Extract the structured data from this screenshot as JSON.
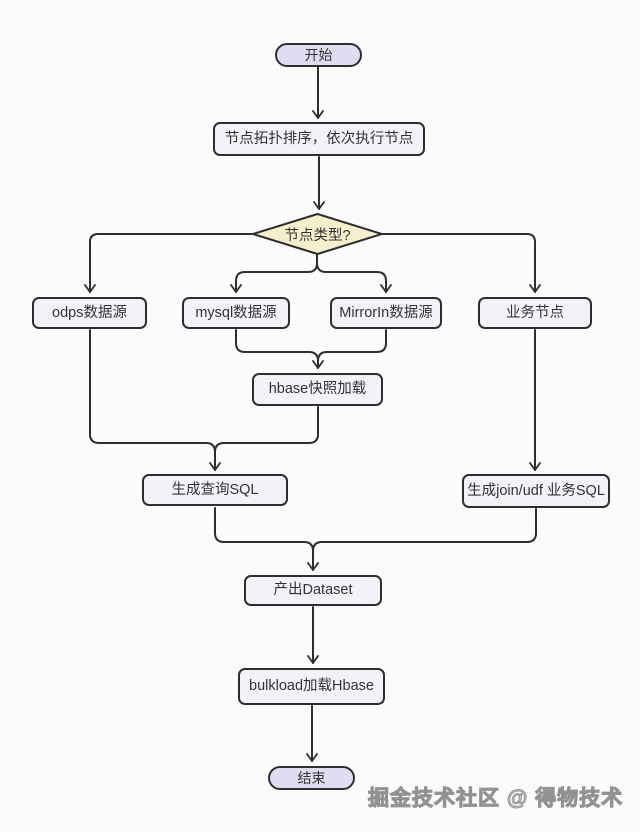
{
  "diagram": {
    "type": "flowchart",
    "nodes": {
      "start": "开始",
      "topo_sort": "节点拓扑排序，依次执行节点",
      "decision": "节点类型?",
      "odps": "odps数据源",
      "mysql": "mysql数据源",
      "mirrorin": "MirrorIn数据源",
      "business": "业务节点",
      "hbase_snapshot": "hbase快照加载",
      "gen_query_sql": "生成查询SQL",
      "gen_join_sql": "生成join/udf 业务SQL",
      "dataset": "产出Dataset",
      "bulkload": "bulkload加载Hbase",
      "end": "结束"
    },
    "colors": {
      "background": "#fbfbfb",
      "line": "#2e2e2e",
      "node_border": "#2e2e2e",
      "process_fill": "#f2f3f9",
      "terminal_fill": "#e2dcf3",
      "decision_fill": "#f6efcd",
      "text": "#333333",
      "watermark_gray": "#929292"
    },
    "watermark": "掘金技术社区 @ 得物技术"
  }
}
